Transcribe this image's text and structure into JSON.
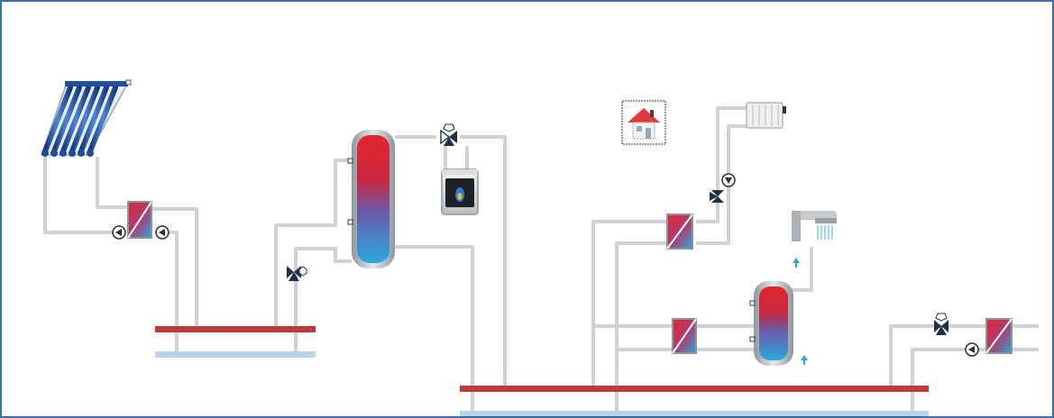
{
  "diagram": {
    "type": "heating-system-schematic",
    "colors": {
      "frame": "#3c6fa6",
      "pipe": "#cfd3d6",
      "supply_header": "#c0393b",
      "return_header": "#b8d3ea",
      "tank_hot": "#e3262f",
      "tank_cold": "#2aa9e0",
      "valve": "#1f3044",
      "collector": "#1f4f9c"
    },
    "components": [
      {
        "id": "solar-collector",
        "icon": "solar-collector-icon"
      },
      {
        "id": "solar-heat-exchanger",
        "icon": "heat-exchanger-icon"
      },
      {
        "id": "solar-pump-left",
        "icon": "pump-icon"
      },
      {
        "id": "solar-pump-right",
        "icon": "pump-icon"
      },
      {
        "id": "buffer-tank",
        "icon": "storage-tank-icon"
      },
      {
        "id": "mixing-valve-tank",
        "icon": "three-way-valve-icon"
      },
      {
        "id": "boiler-valve",
        "icon": "three-way-valve-icon"
      },
      {
        "id": "gas-boiler",
        "icon": "gas-boiler-icon"
      },
      {
        "id": "house",
        "icon": "house-icon"
      },
      {
        "id": "radiator",
        "icon": "radiator-icon"
      },
      {
        "id": "radiator-pump",
        "icon": "pump-icon"
      },
      {
        "id": "radiator-valve",
        "icon": "three-way-valve-icon"
      },
      {
        "id": "radiator-heat-exchanger",
        "icon": "heat-exchanger-icon"
      },
      {
        "id": "shower",
        "icon": "shower-icon"
      },
      {
        "id": "dhw-tank",
        "icon": "storage-tank-icon"
      },
      {
        "id": "dhw-heat-exchanger",
        "icon": "heat-exchanger-icon"
      },
      {
        "id": "right-valve",
        "icon": "three-way-valve-icon"
      },
      {
        "id": "right-pump",
        "icon": "pump-icon"
      },
      {
        "id": "right-heat-exchanger",
        "icon": "heat-exchanger-icon"
      }
    ]
  }
}
